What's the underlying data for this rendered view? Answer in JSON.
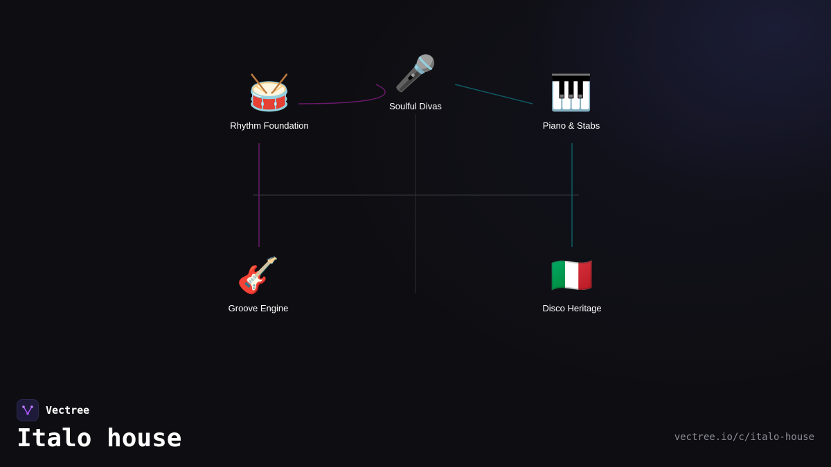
{
  "brand": {
    "name": "Vectree",
    "logo_icon": "vectree-branch-icon",
    "accent_color": "#a855f7"
  },
  "page": {
    "title": "Italo house",
    "url": "vectree.io/c/italo-house"
  },
  "nodes": [
    {
      "id": "rhythm",
      "label": "Rhythm Foundation",
      "icon": "🥁",
      "icon_name": "drum-icon"
    },
    {
      "id": "divas",
      "label": "Soulful Divas",
      "icon": "🎤",
      "icon_name": "microphone-icon"
    },
    {
      "id": "piano",
      "label": "Piano & Stabs",
      "icon": "🎹",
      "icon_name": "piano-keys-icon"
    },
    {
      "id": "groove",
      "label": "Groove Engine",
      "icon": "🎸",
      "icon_name": "guitar-icon"
    },
    {
      "id": "disco",
      "label": "Disco Heritage",
      "icon": "🇮🇹",
      "icon_name": "italy-flag-icon"
    }
  ],
  "edges": [
    {
      "from": "rhythm",
      "to": "divas",
      "color": "#6b1a6b"
    },
    {
      "from": "divas",
      "to": "piano",
      "color": "#0f5a63"
    },
    {
      "from": "rhythm",
      "to": "groove",
      "color": "#6b1a6b"
    },
    {
      "from": "piano",
      "to": "disco",
      "color": "#0f5a63"
    }
  ],
  "colors": {
    "background": "#0e0e12",
    "purple_edge": "#6b1a6b",
    "teal_edge": "#0f5a63",
    "axis": "#3a3a42",
    "url_text": "#8a8a96"
  }
}
